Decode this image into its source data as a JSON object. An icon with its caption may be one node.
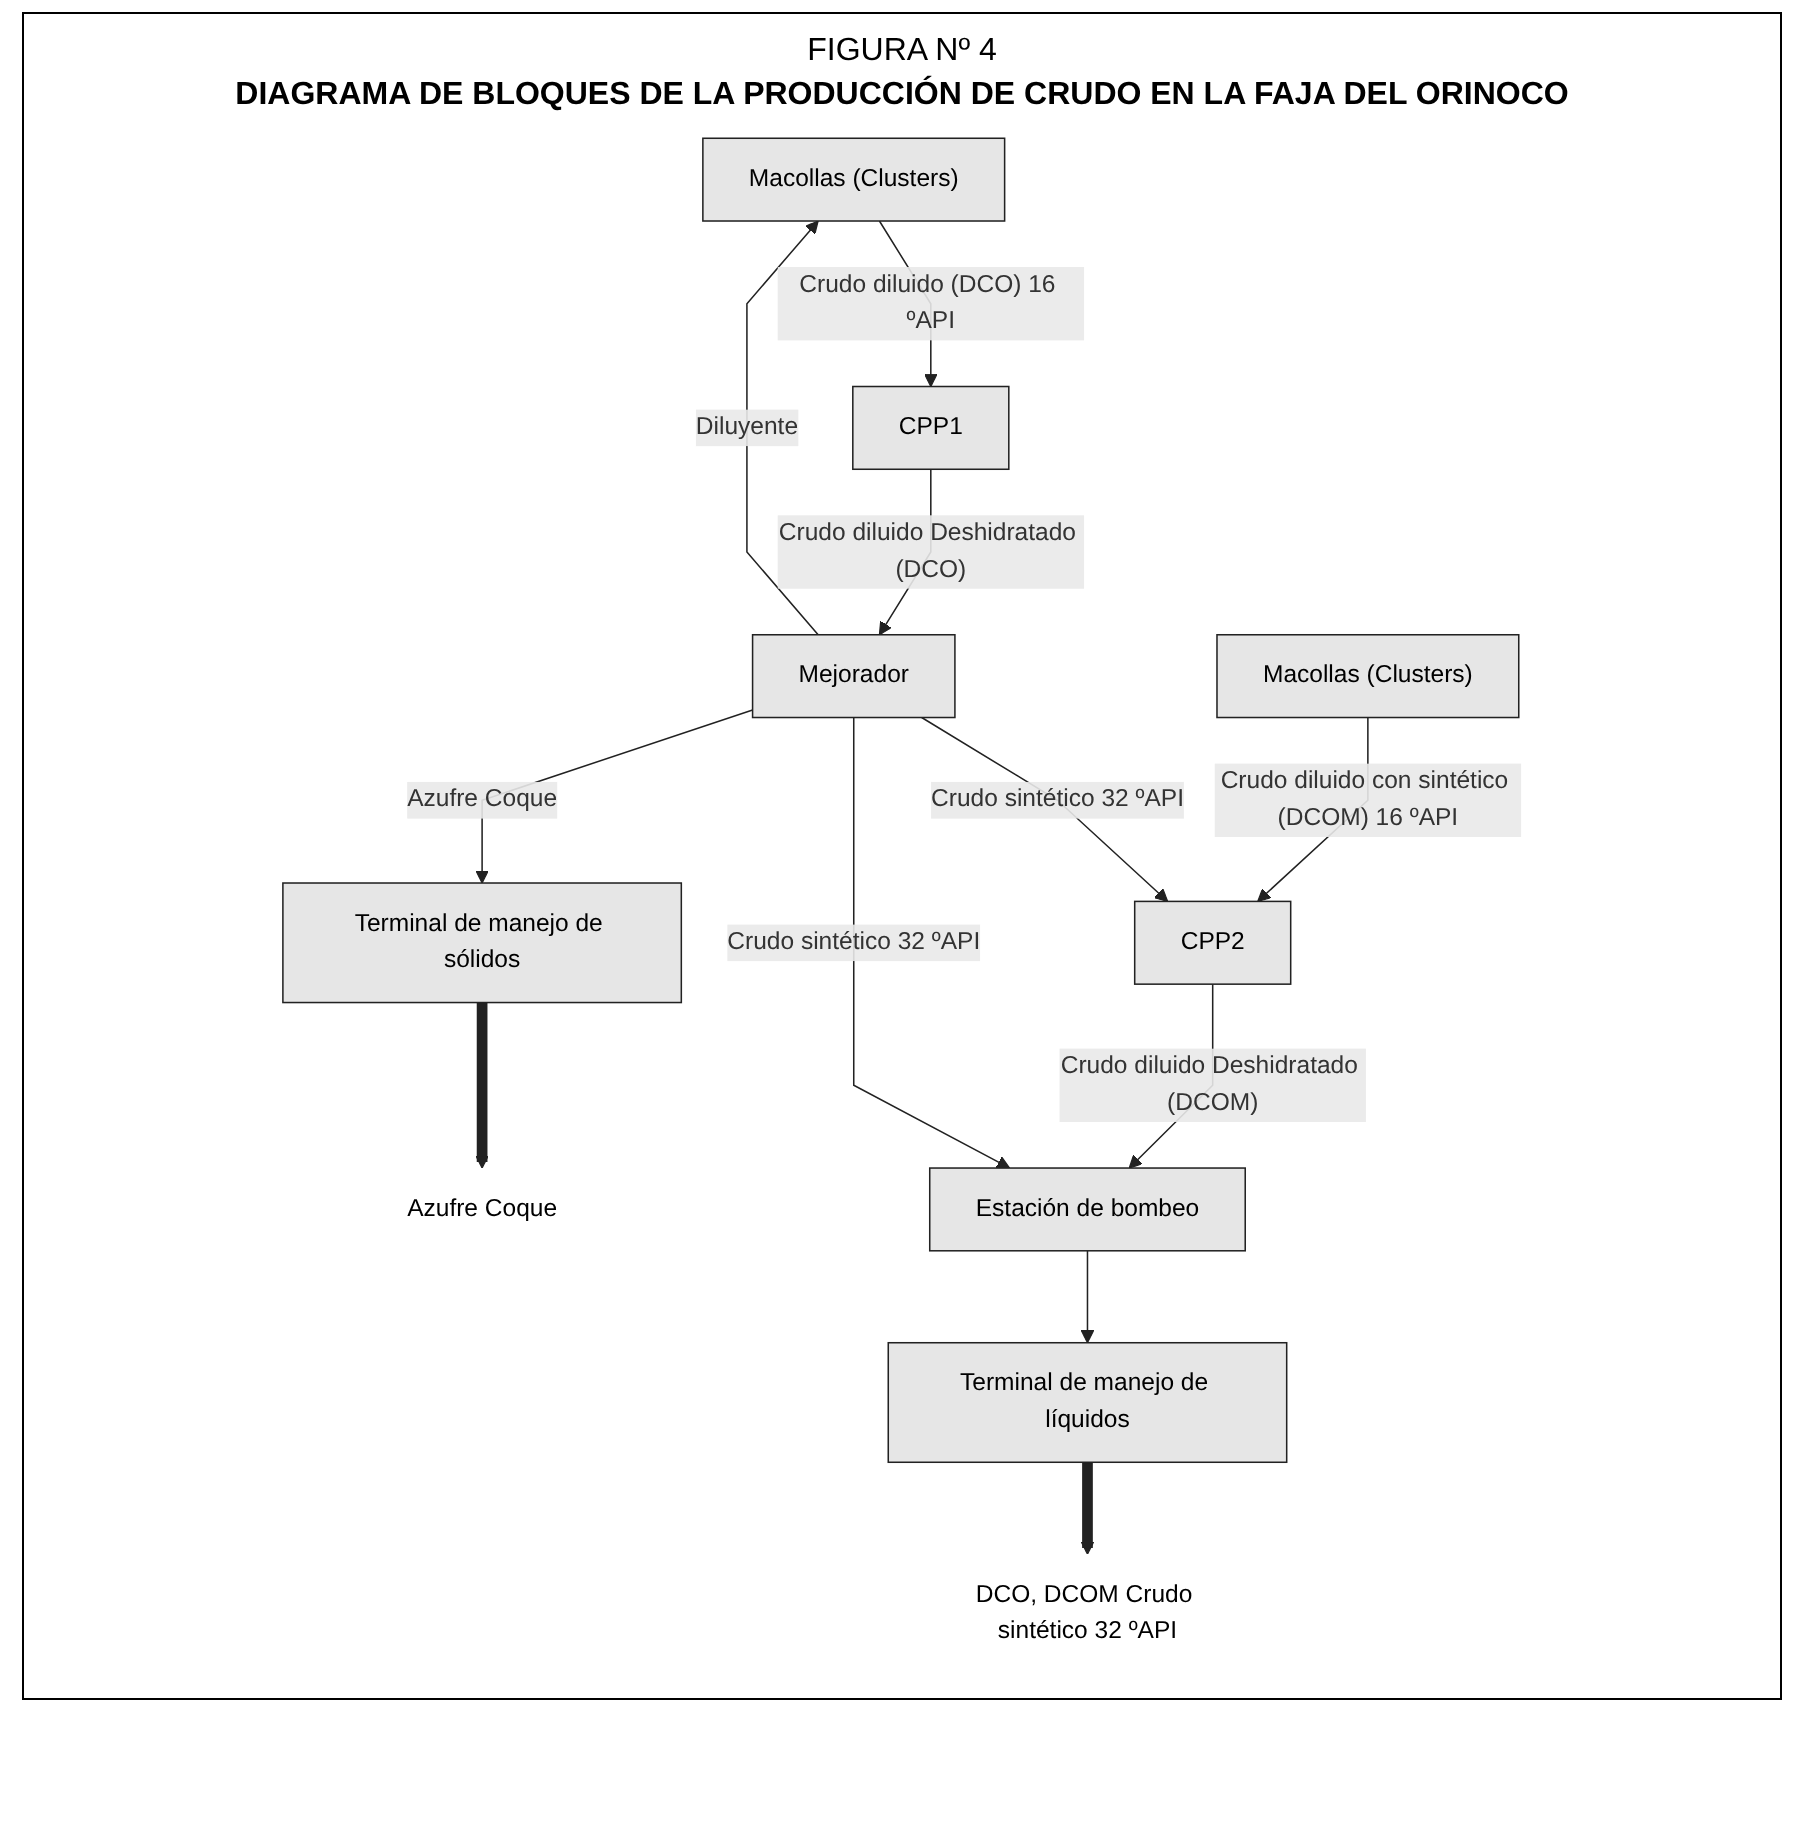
{
  "diagram": {
    "title": "DIAGRAMA DE BLOQUES DE LA PRODUCCIÓN DE CRUDO EN LA FAJA DEL ORINOCO",
    "nodes": [
      {
        "text": [
          "Macollas (Clusters)"
        ]
      },
      {
        "text": [
          "CPP1"
        ]
      },
      {
        "text": [
          "Mejorador"
        ]
      },
      {
        "text": [
          "Macollas (Clusters)"
        ]
      },
      {
        "text": [
          "CPP2"
        ]
      },
      {
        "text": [
          "Estación de bombeo"
        ]
      },
      {
        "text": [
          "Terminal de manejo de líquidos"
        ]
      },
      {
        "text": [
          "Terminal de manejo de sólidos"
        ]
      },
      {
        "text": [
          "DCO, DCOM Crudo sintético 32 ºAPI"
        ]
      },
      {
        "text": [
          "Azufre Coque"
        ]
      }
    ],
    "edges": [
      {
        "from": 0,
        "to": 1,
        "arrow": "to",
        "label": "Crudo diluido (DCO) 16 ºAPI"
      },
      {
        "from": 1,
        "to": 2,
        "arrow": "to",
        "label": "Crudo diluido Deshidratado (DCO)"
      },
      {
        "from": 2,
        "to": 0,
        "arrow": "to",
        "label": "Diluyente"
      },
      {
        "from": 3,
        "to": 4,
        "arrow": "to",
        "label": "Crudo diluido con sintético (DCOM) 16 ºAPI"
      },
      {
        "from": 2,
        "to": 4,
        "arrow": "to",
        "label": "Crudo sintético 32 ºAPI"
      },
      {
        "from": 2,
        "to": 5,
        "arrow": "to",
        "label": "Crudo sintético 32 ºAPI"
      },
      {
        "from": 4,
        "to": 5,
        "arrow": "to",
        "label": "Crudo diluido Deshidratado (DCOM)"
      },
      {
        "from": 5,
        "to": 6,
        "arrow": "to"
      },
      {
        "from": 2,
        "to": 7,
        "arrow": "to",
        "label": "Azufre Coque"
      },
      {
        "from": 6,
        "to": 8,
        "arrow": "to",
        "style": "thick"
      },
      {
        "from": 7,
        "to": 9,
        "arrow": "to",
        "style": "thick"
      }
    ],
    "labels": [
      "FIGURA Nº 4"
    ]
  }
}
